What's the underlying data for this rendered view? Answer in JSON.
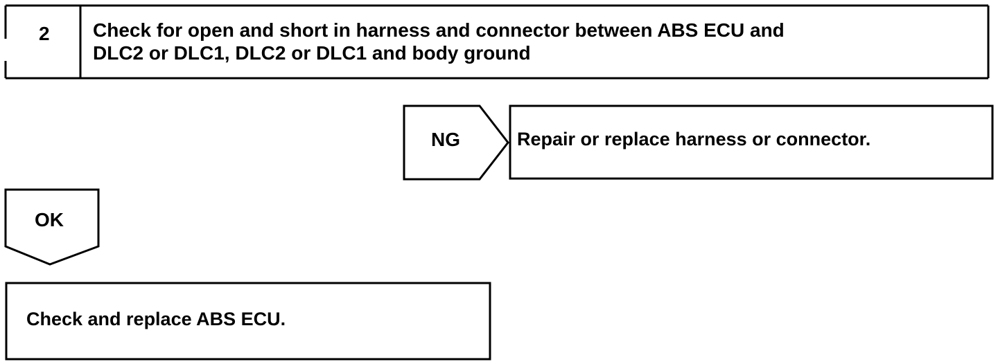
{
  "step": {
    "number": "2",
    "title_line1": "Check for open and short in harness and connector between ABS ECU and",
    "title_line2": "DLC2 or DLC1, DLC2 or DLC1 and body ground"
  },
  "ng_branch": {
    "label": "NG",
    "action": "Repair or replace harness or connector."
  },
  "ok_branch": {
    "label": "OK",
    "action": "Check and replace ABS ECU."
  },
  "colors": {
    "line": "#000000",
    "background": "#ffffff"
  }
}
